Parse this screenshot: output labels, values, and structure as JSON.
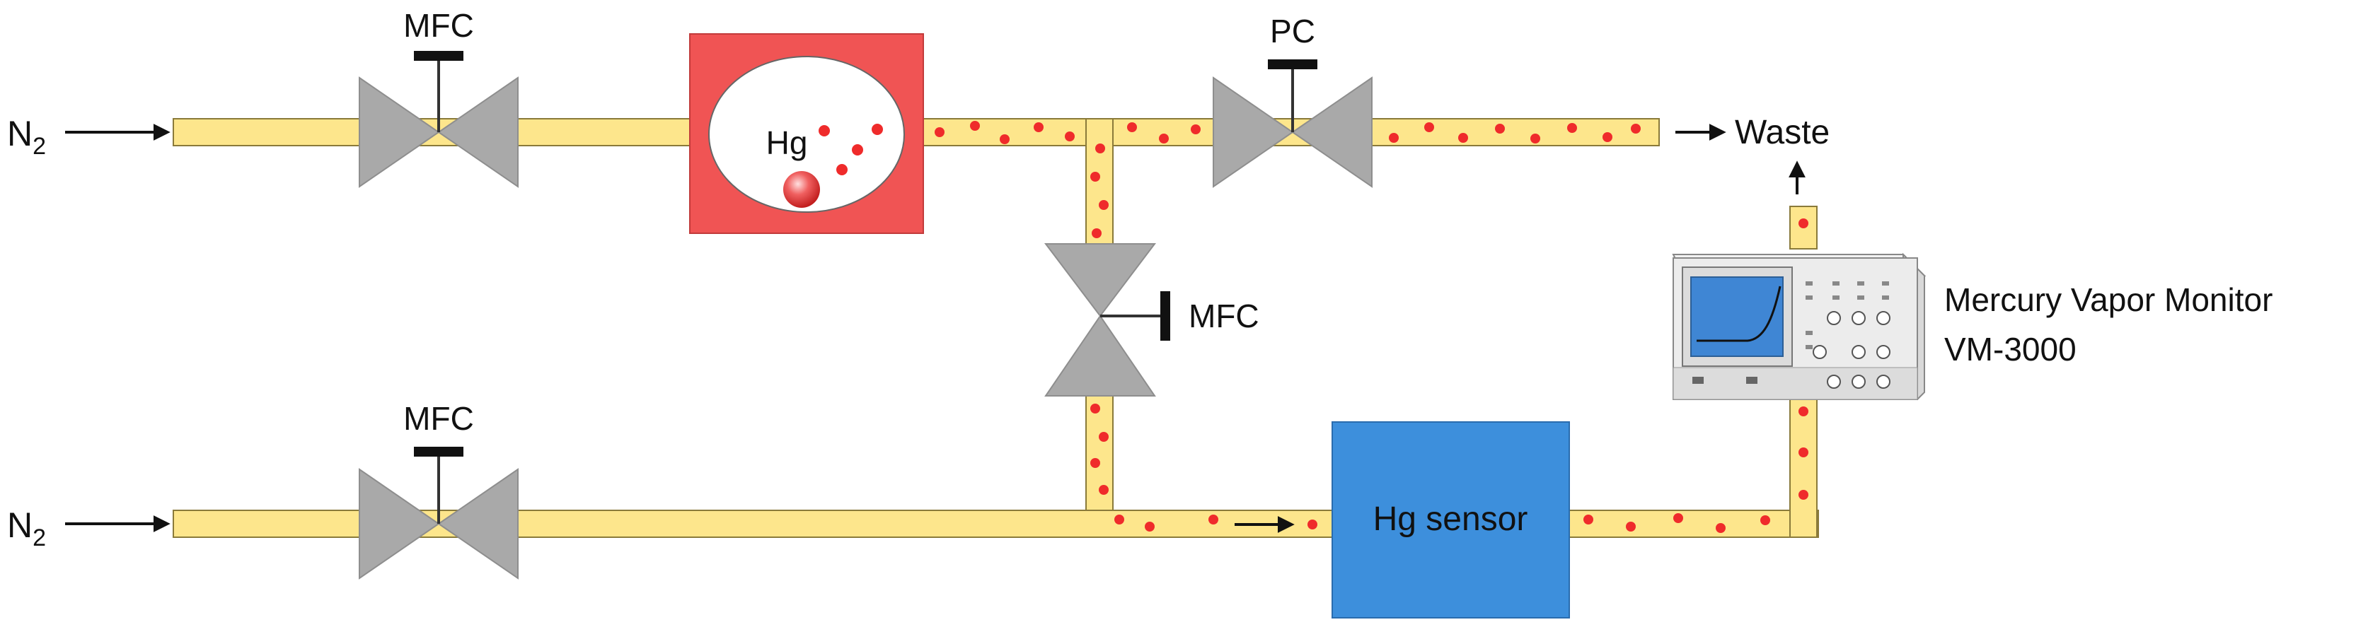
{
  "labels": {
    "n2_top": "N",
    "n2_top_sub": "2",
    "n2_bottom": "N",
    "n2_bottom_sub": "2",
    "mfc_top": "MFC",
    "mfc_mid": "MFC",
    "mfc_bottom": "MFC",
    "pc": "PC",
    "hg": "Hg",
    "waste": "Waste",
    "hg_sensor": "Hg sensor",
    "monitor_line1": "Mercury Vapor Monitor",
    "monitor_line2": "VM-3000"
  },
  "colors": {
    "pipe": "#fde68c",
    "mercury_dot": "#ef2b2b",
    "hg_reservoir": "#f05454",
    "sensor": "#3d8fdc",
    "valve": "#a9a9a9",
    "screen": "#3f86d4"
  },
  "icons": {
    "valve": "valve-icon",
    "monitor": "oscilloscope-icon",
    "arrow": "arrow-right-icon"
  }
}
